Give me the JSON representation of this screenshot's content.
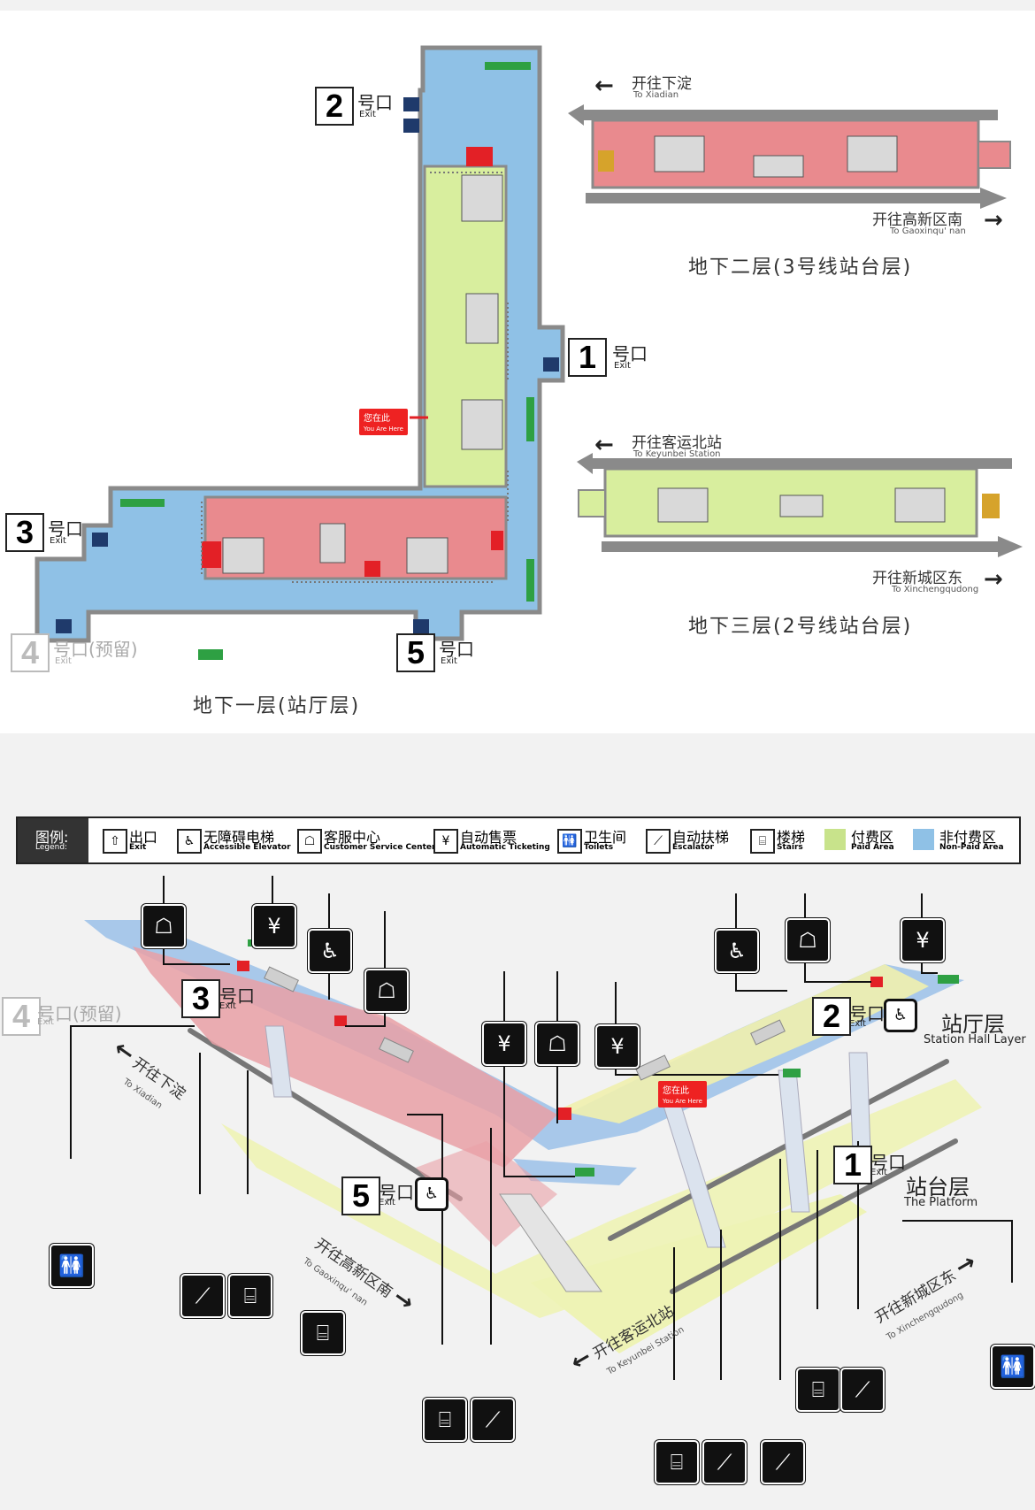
{
  "colors": {
    "non_paid": "#8fc1e6",
    "paid_green": "#d8ee9e",
    "paid_pink": "#e98a8e",
    "platform_yellow": "#eef3b5",
    "wall": "#8a8a8a",
    "red_block": "#e32026",
    "green_gate": "#2ea043"
  },
  "floors": {
    "b1": "地下一层(站厅层)",
    "b2": "地下二层(3号线站台层)",
    "b3": "地下三层(2号线站台层)"
  },
  "b2": {
    "dir_left_cn": "开往下淀",
    "dir_left_en": "To Xiadian",
    "dir_right_cn": "开往高新区南",
    "dir_right_en": "To Gaoxinqu' nan"
  },
  "b3": {
    "dir_left_cn": "开往客运北站",
    "dir_left_en": "To Keyunbei Station",
    "dir_right_cn": "开往新城区东",
    "dir_right_en": "To Xinchengqudong"
  },
  "exits": {
    "e1": {
      "num": "1",
      "cn": "号口",
      "en": "Exit"
    },
    "e2": {
      "num": "2",
      "cn": "号口",
      "en": "Exit"
    },
    "e3": {
      "num": "3",
      "cn": "号口",
      "en": "Exit"
    },
    "e4": {
      "num": "4",
      "cn": "号口(预留)",
      "en": "Exit"
    },
    "e5": {
      "num": "5",
      "cn": "号口",
      "en": "Exit"
    }
  },
  "you_are_here": {
    "cn": "您在此",
    "en": "You Are Here"
  },
  "legend": {
    "title_cn": "图例:",
    "title_en": "Legend:",
    "items": [
      {
        "icon": "exit-icon",
        "cn": "出口",
        "en": "Exit"
      },
      {
        "icon": "elevator-icon",
        "cn": "无障碍电梯",
        "en": "Accessible Elevator"
      },
      {
        "icon": "customer-service-icon",
        "cn": "客服中心",
        "en": "Customer Service Center"
      },
      {
        "icon": "ticketing-icon",
        "cn": "自动售票",
        "en": "Automatic Ticketing"
      },
      {
        "icon": "toilet-icon",
        "cn": "卫生间",
        "en": "Toilets"
      },
      {
        "icon": "escalator-icon",
        "cn": "自动扶梯",
        "en": "Escalator"
      },
      {
        "icon": "stairs-icon",
        "cn": "楼梯",
        "en": "Stairs"
      },
      {
        "icon": "paid-swatch",
        "cn": "付费区",
        "en": "Paid Area"
      },
      {
        "icon": "nonpaid-swatch",
        "cn": "非付费区",
        "en": "Non-Paid Area"
      }
    ]
  },
  "iso": {
    "hall_cn": "站厅层",
    "hall_en": "Station Hall Layer",
    "platform_cn": "站台层",
    "platform_en": "The Platform",
    "dir_xiadian_cn": "开往下淀",
    "dir_xiadian_en": "To Xiadian",
    "dir_gaoxin_cn": "开往高新区南",
    "dir_gaoxin_en": "To Gaoxinqu' nan",
    "dir_keyun_cn": "开往客运北站",
    "dir_keyun_en": "To Keyunbei Station",
    "dir_xincheng_cn": "开往新城区东",
    "dir_xincheng_en": "To Xinchengqudong"
  }
}
